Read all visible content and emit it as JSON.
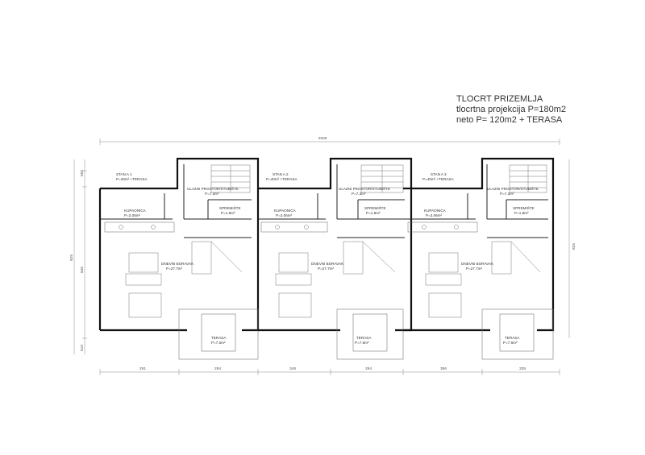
{
  "title": {
    "line1": "TLOCRT PRIZEMLJA",
    "line2": "tlocrtna projekcija P=180m2",
    "line3": "neto  P= 120m2 + TERASA"
  },
  "units": [
    {
      "name": "STAN A 1",
      "area": "P=40m² +TERASA",
      "entrance": "ULAZNI PROSTOR/STUBIŠTE",
      "entrance_area": "P=7.3m²",
      "storage": "SPREMIŠTE",
      "storage_area": "P=1.8m²",
      "bath": "KUPAONICA",
      "bath_area": "P=3.06m²",
      "living": "DNEVNI BORAVAK",
      "living_area": "P=27.7m²",
      "terrace": "TERASA",
      "terrace_area": "P=7.6m²"
    },
    {
      "name": "STAN A 2",
      "area": "P=40m² +TERASA",
      "entrance": "ULAZNI PROSTOR/STUBIŠTE",
      "entrance_area": "P=7.3m²",
      "storage": "SPREMIŠTE",
      "storage_area": "P=1.8m²",
      "bath": "KUPAONICA",
      "bath_area": "P=3.06m²",
      "living": "DNEVNI BORAVAK",
      "living_area": "P=27.7m²",
      "terrace": "TERASA",
      "terrace_area": "P=7.6m²"
    },
    {
      "name": "STAN A 3",
      "area": "P=40m² +TERASA",
      "entrance": "ULAZNI PROSTOR/STUBIŠTE",
      "entrance_area": "P=7.3m²",
      "storage": "SPREMIŠTE",
      "storage_area": "P=1.8m²",
      "bath": "KUPAONICA",
      "bath_area": "P=3.06m²",
      "living": "DNEVNI BORAVAK",
      "living_area": "P=27.7m²",
      "terrace": "TERASA",
      "terrace_area": "P=7.6m²"
    }
  ],
  "dimensions": {
    "overall_top": "2506",
    "bottom": [
      "291",
      "294",
      "346",
      "294",
      "396",
      "335"
    ],
    "left": [
      "555",
      "925",
      "846",
      "510"
    ],
    "right": "825"
  },
  "colors": {
    "wall": "#111111",
    "line": "#555555",
    "dim": "#888888"
  }
}
